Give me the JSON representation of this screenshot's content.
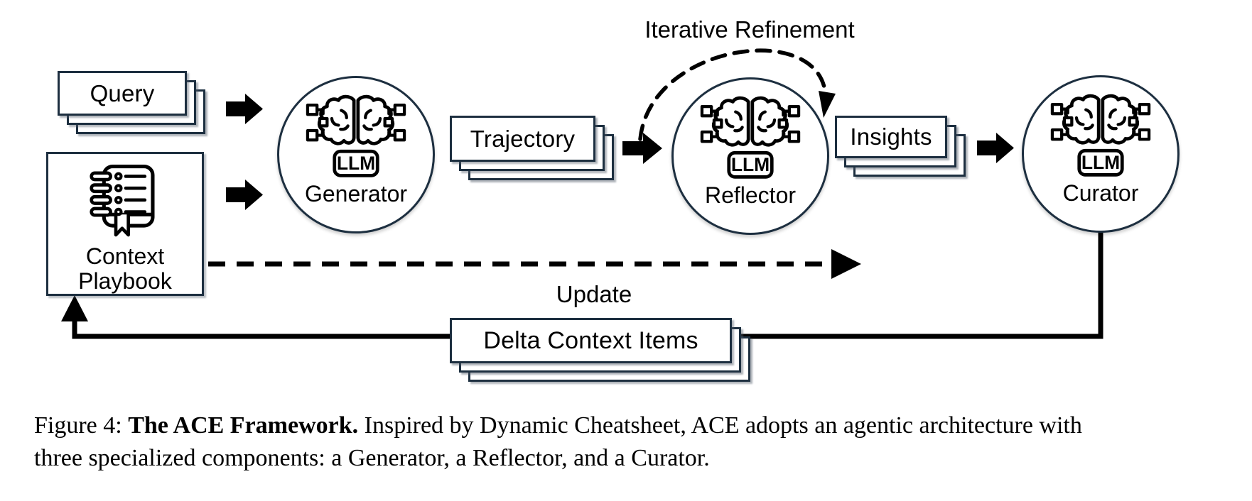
{
  "colors": {
    "border": "#1d2f40",
    "ink": "#000000",
    "background": "#ffffff"
  },
  "llm_badge": "LLM",
  "stacks": {
    "query": {
      "label": "Query"
    },
    "trajectory": {
      "label": "Trajectory"
    },
    "insights": {
      "label": "Insights"
    },
    "delta_context_items": {
      "label": "Delta Context Items"
    }
  },
  "nodes": {
    "generator": {
      "label": "Generator"
    },
    "reflector": {
      "label": "Reflector"
    },
    "curator": {
      "label": "Curator"
    }
  },
  "playbook": {
    "line1": "Context",
    "line2": "Playbook"
  },
  "annotations": {
    "iterative_refinement": "Iterative Refinement",
    "update": "Update"
  },
  "caption": {
    "prefix": "Figure 4: ",
    "title": "The ACE Framework.",
    "body": " Inspired by Dynamic Cheatsheet, ACE adopts an agentic architecture with three specialized components: a Generator, a Reflector, and a Curator."
  }
}
